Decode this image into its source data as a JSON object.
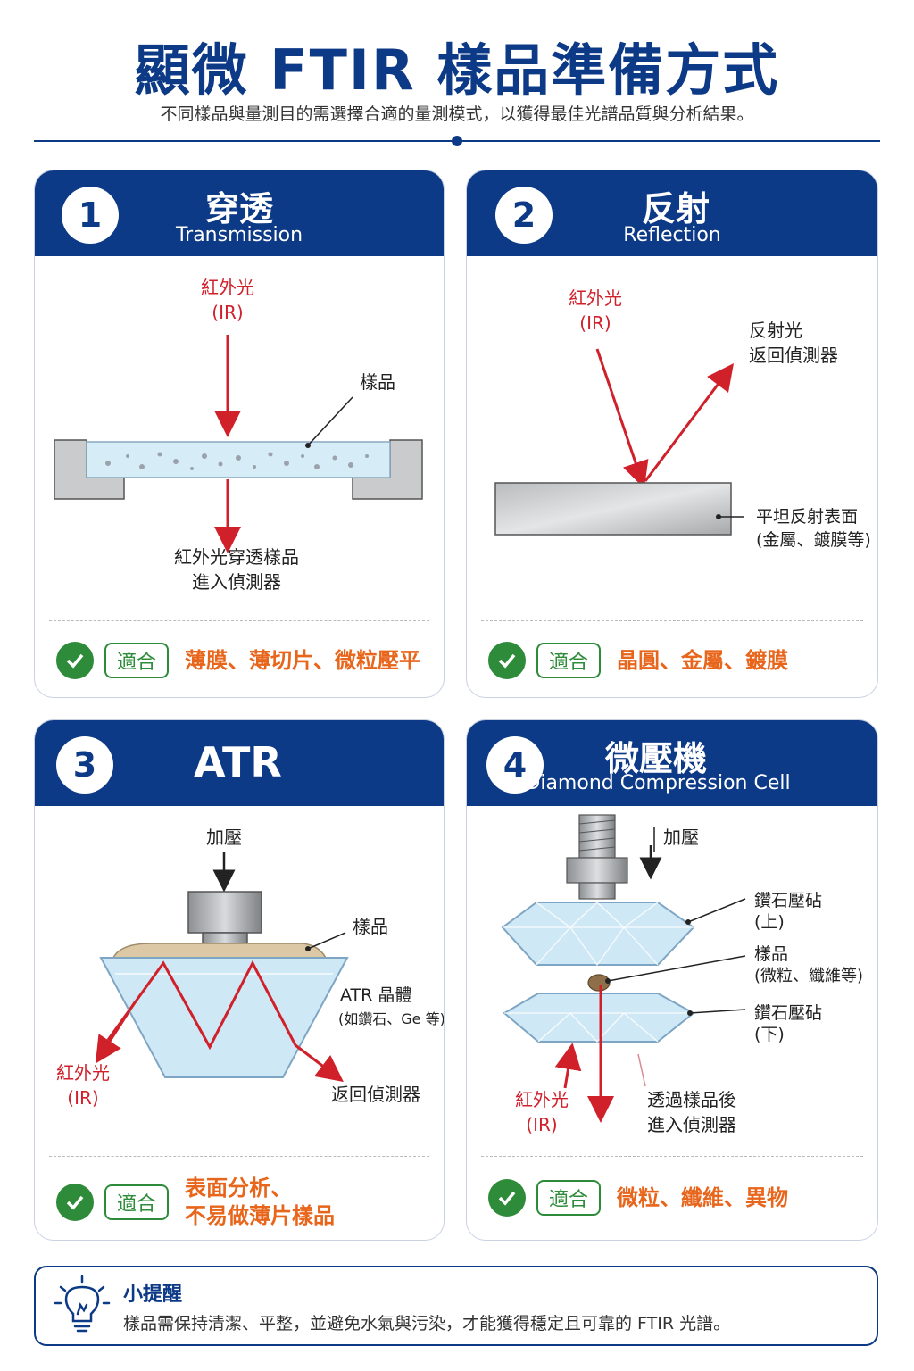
{
  "header": {
    "title": "顯微 FTIR 樣品準備方式",
    "subtitle": "不同樣品與量測目的需選擇合適的量測模式，以獲得最佳光譜品質與分析結果。"
  },
  "colors": {
    "primary": "#0d3a86",
    "ir_arrow": "#d0212b",
    "fit_text": "#e8651c",
    "check": "#2e8b3a"
  },
  "badge_label": "適合",
  "cards": [
    {
      "number": "1",
      "title": "穿透",
      "subtitle": "Transmission",
      "labels": {
        "ir": "紅外光",
        "ir2": "(IR)",
        "sample": "樣品",
        "result1": "紅外光穿透樣品",
        "result2": "進入偵測器"
      },
      "suitable": "薄膜、薄切片、微粒壓平"
    },
    {
      "number": "2",
      "title": "反射",
      "subtitle": "Reflection",
      "labels": {
        "ir": "紅外光",
        "ir2": "(IR)",
        "reflected1": "反射光",
        "reflected2": "返回偵測器",
        "surface1": "平坦反射表面",
        "surface2": "(金屬、鍍膜等)"
      },
      "suitable": "晶圓、金屬、鍍膜"
    },
    {
      "number": "3",
      "title": "ATR",
      "subtitle": "",
      "labels": {
        "pressure": "加壓",
        "sample": "樣品",
        "crystal1": "ATR 晶體",
        "crystal2": "(如鑽石、Ge 等)",
        "ir": "紅外光",
        "ir2": "(IR)",
        "detector": "返回偵測器"
      },
      "suitable_lines": [
        "表面分析、",
        "不易做薄片樣品"
      ]
    },
    {
      "number": "4",
      "title": "微壓機",
      "subtitle": "Diamond Compression Cell",
      "labels": {
        "pressure": "加壓",
        "anvil_top1": "鑽石壓砧",
        "anvil_top2": "(上)",
        "sample1": "樣品",
        "sample2": "(微粒、纖維等)",
        "anvil_bottom1": "鑽石壓砧",
        "anvil_bottom2": "(下)",
        "ir": "紅外光",
        "ir2": "(IR)",
        "through1": "透過樣品後",
        "through2": "進入偵測器"
      },
      "suitable": "微粒、纖維、異物"
    }
  ],
  "tip": {
    "title": "小提醒",
    "text": "樣品需保持清潔、平整，並避免水氣與污染，才能獲得穩定且可靠的 FTIR 光譜。"
  }
}
